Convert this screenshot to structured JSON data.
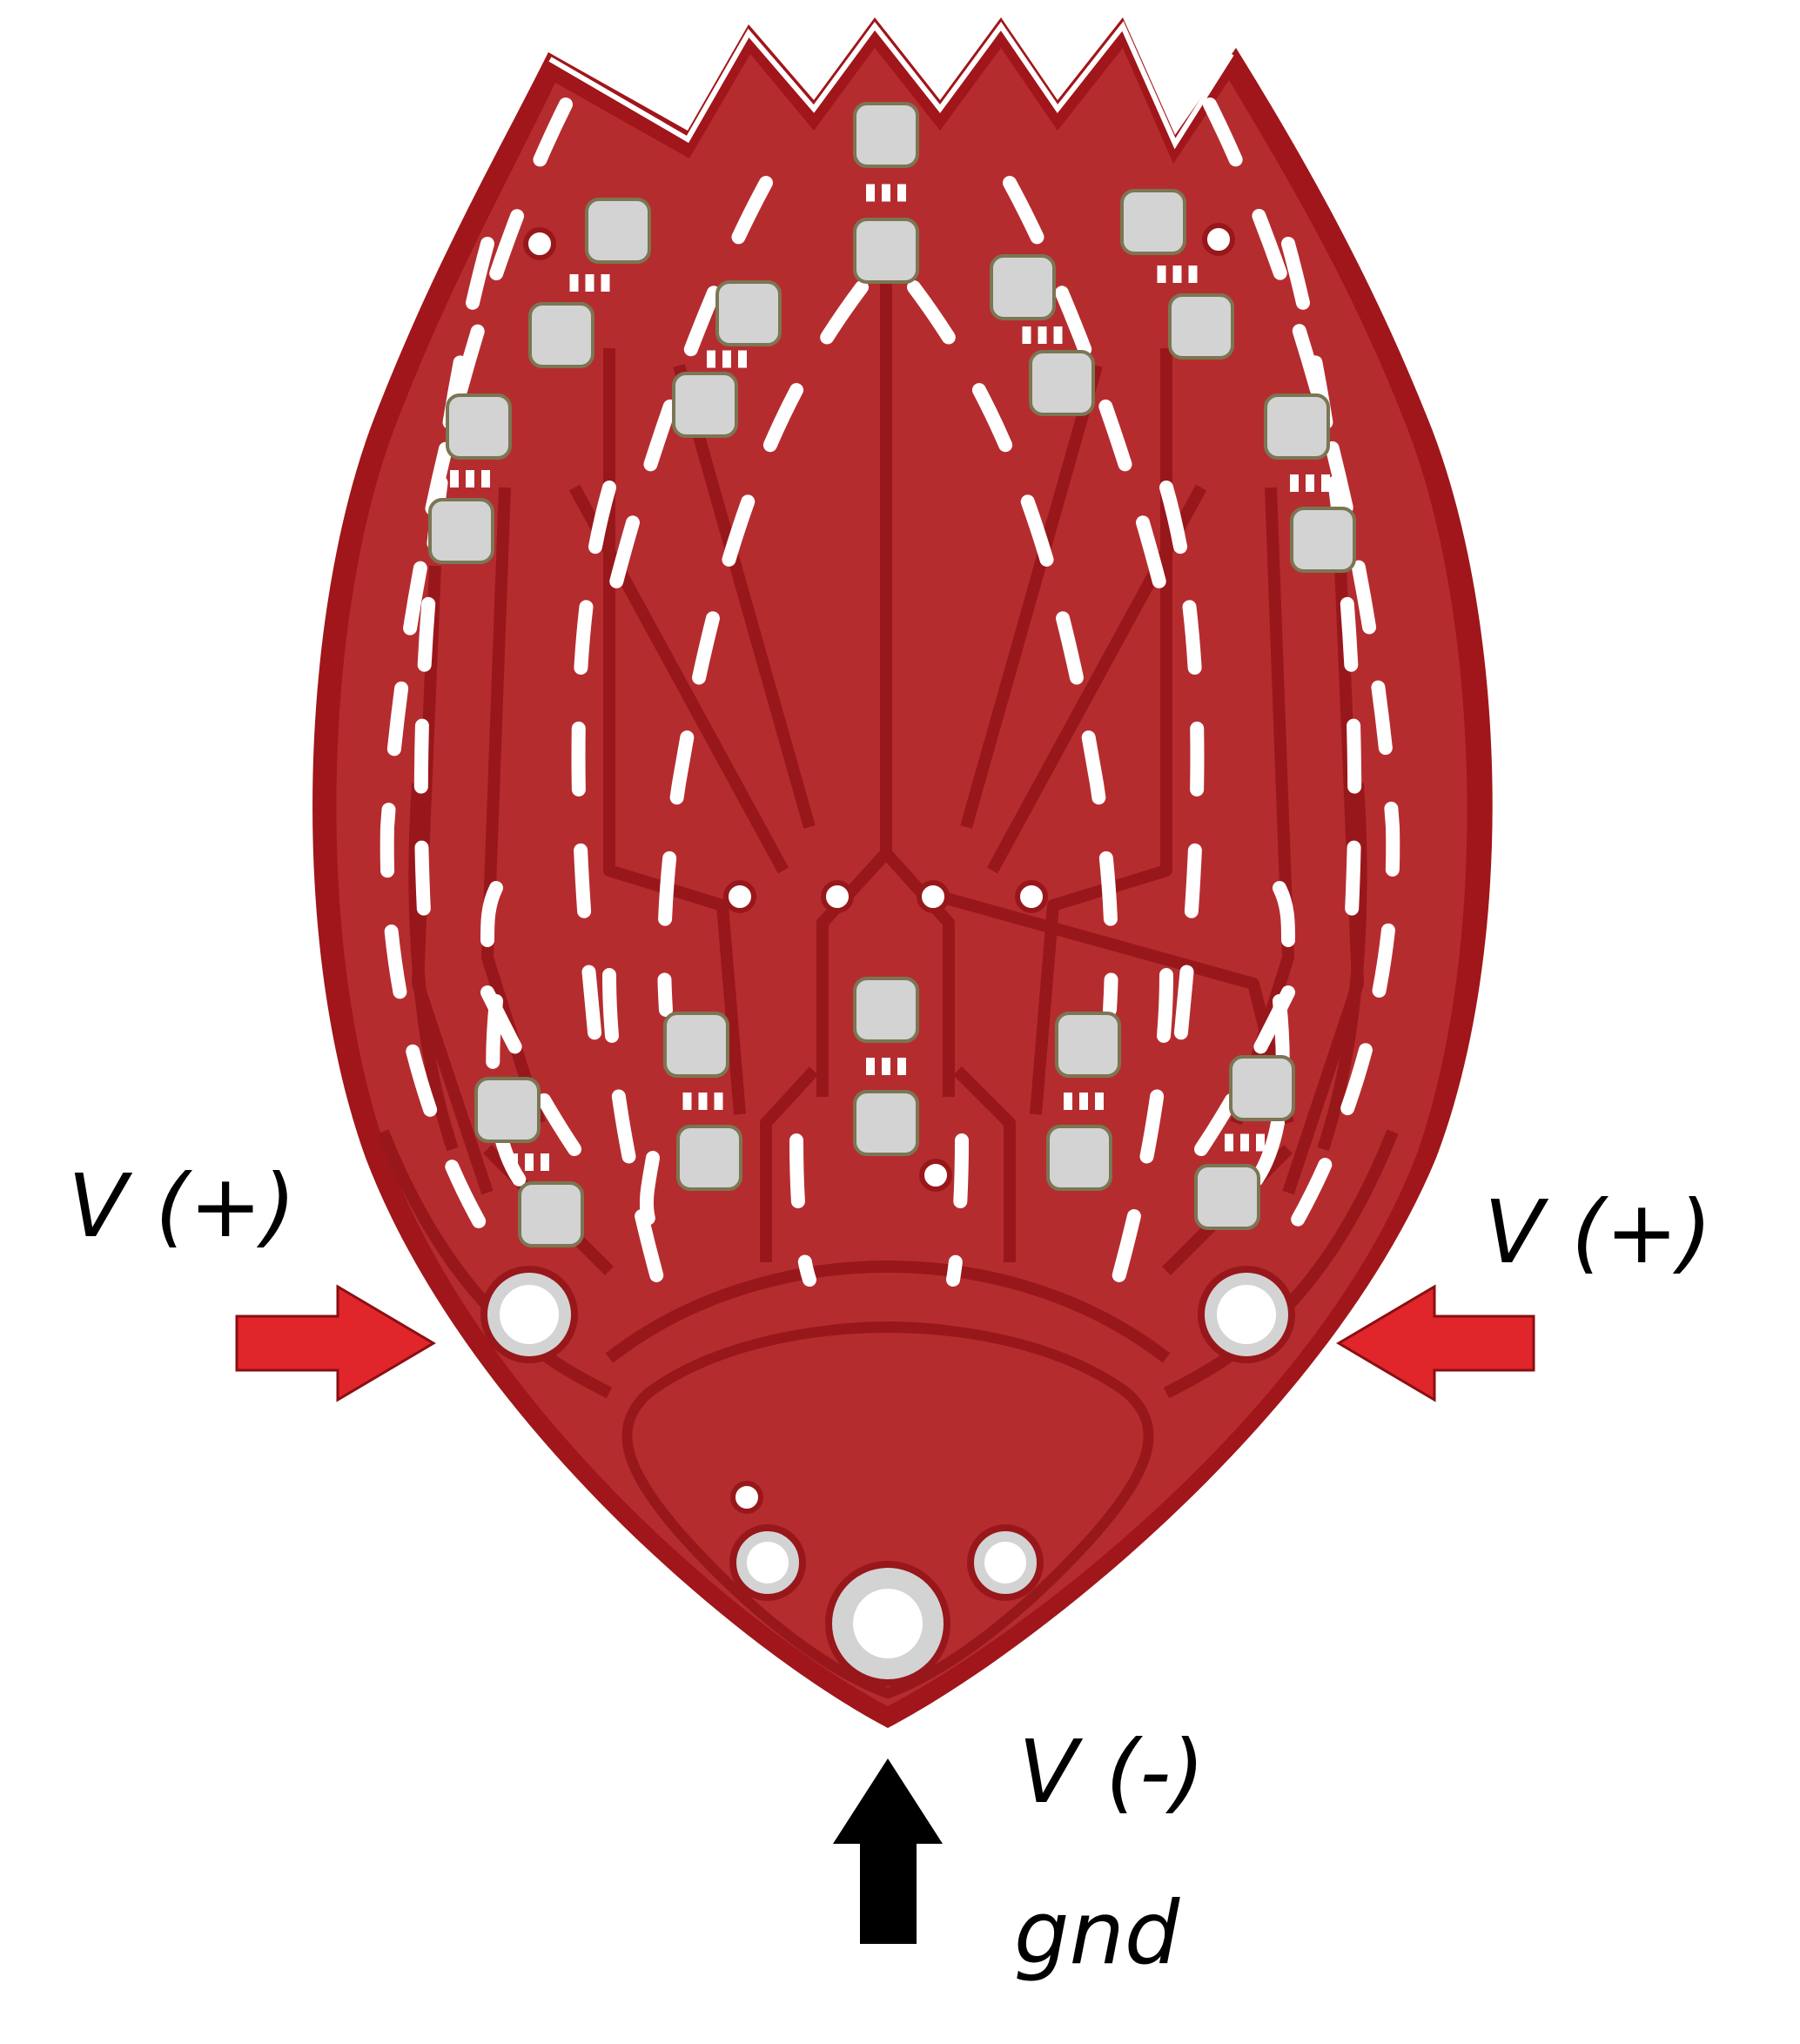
{
  "labels": {
    "left_vplus": "V (+)",
    "right_vplus": "V (+)",
    "vminus": "V (-)",
    "gnd": "gnd"
  },
  "colors": {
    "background": "#ffffff",
    "board_outer": "#a0161a",
    "board_fill": "#b52c2f",
    "trace": "#98171a",
    "silkscreen": "#ffffff",
    "pad": "#d3d3d3",
    "pad_outline": "#7b7653",
    "hole_ring": "#d3d3d3",
    "arrow_red": "#e0252b",
    "arrow_black": "#000000",
    "text": "#000000"
  },
  "icons": {
    "left_arrow": "red-arrow-right",
    "right_arrow": "red-arrow-left",
    "bottom_arrow": "black-arrow-up"
  }
}
